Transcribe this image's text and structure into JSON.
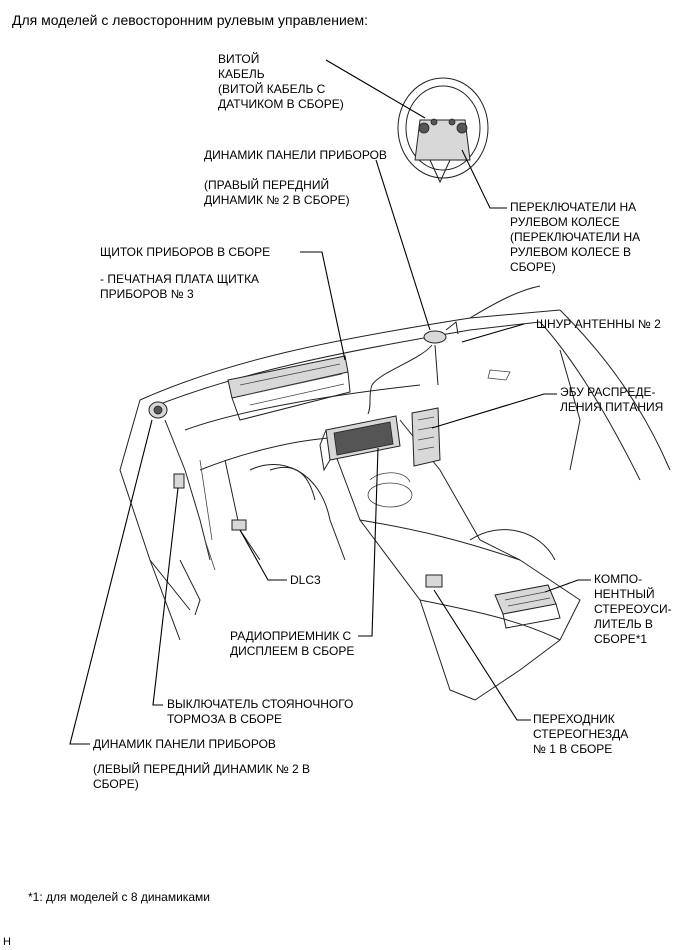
{
  "heading": "Для моделей с левосторонним рулевым управлением:",
  "labels": {
    "spiral_cable": "ВИТОЙ\nКАБЕЛЬ\n(ВИТОЙ КАБЕЛЬ С\nДАТЧИКОМ В СБОРЕ)",
    "dash_speaker_right_title": "ДИНАМИК ПАНЕЛИ ПРИБОРОВ",
    "dash_speaker_right_sub": "(ПРАВЫЙ ПЕРЕДНИЙ\nДИНАМИК № 2 В СБОРЕ)",
    "steering_switches": "ПЕРЕКЛЮЧАТЕЛИ НА\nРУЛЕВОМ КОЛЕСЕ\n(ПЕРЕКЛЮЧАТЕЛИ НА\nРУЛЕВОМ КОЛЕСЕ В\nСБОРЕ)",
    "combination_meter_title": "ЩИТОК ПРИБОРОВ В СБОРЕ",
    "combination_meter_sub": "- ПЕЧАТНАЯ ПЛАТА ЩИТКА\nПРИБОРОВ № 3",
    "antenna_cord": "ШНУР АНТЕННЫ № 2",
    "power_ecu": "ЭБУ РАСПРЕДЕ-\nЛЕНИЯ ПИТАНИЯ",
    "dlc3": "DLC3",
    "amplifier": "КОМПО-\nНЕНТНЫЙ\nСТЕРЕОУСИ-\nЛИТЕЛЬ В\nСБОРЕ*1",
    "radio": "РАДИОПРИЕМНИК С\nДИСПЛЕЕМ В СБОРЕ",
    "parking_brake_switch": "ВЫКЛЮЧАТЕЛЬ СТОЯНОЧНОГО\nТОРМОЗА В СБОРЕ",
    "stereo_jack": "ПЕРЕХОДНИК\nСТЕРЕОГНЕЗДА\n№ 1 В СБОРЕ",
    "dash_speaker_left_title": "ДИНАМИК ПАНЕЛИ ПРИБОРОВ",
    "dash_speaker_left_sub": "(ЛЕВЫЙ ПЕРЕДНИЙ ДИНАМИК № 2 В\nСБОРЕ)"
  },
  "footnote": "*1: для моделей с 8 динамиками",
  "corner_mark": "H"
}
